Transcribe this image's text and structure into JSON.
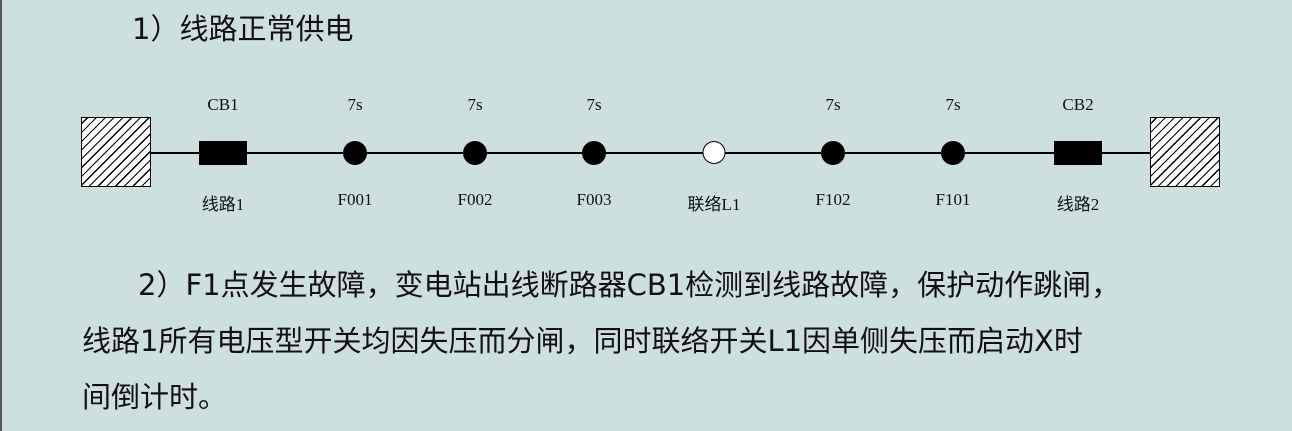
{
  "title": "1）线路正常供电",
  "diagram": {
    "breakers": [
      {
        "top": "CB1",
        "bottom": "线路1"
      },
      {
        "top": "CB2",
        "bottom": "线路2"
      }
    ],
    "switches": [
      {
        "top": "7s",
        "bottom": "F001",
        "state": "closed"
      },
      {
        "top": "7s",
        "bottom": "F002",
        "state": "closed"
      },
      {
        "top": "7s",
        "bottom": "F003",
        "state": "closed"
      },
      {
        "top": "",
        "bottom": "联络L1",
        "state": "open"
      },
      {
        "top": "7s",
        "bottom": "F102",
        "state": "closed"
      },
      {
        "top": "7s",
        "bottom": "F101",
        "state": "closed"
      }
    ]
  },
  "paragraph": {
    "lines": [
      "2）F1点发生故障，变电站出线断路器CB1检测到线路故障，保护动作跳闸，",
      "线路1所有电压型开关均因失压而分闸，同时联络开关L1因单侧失压而启动X时",
      "间倒计时。"
    ]
  }
}
